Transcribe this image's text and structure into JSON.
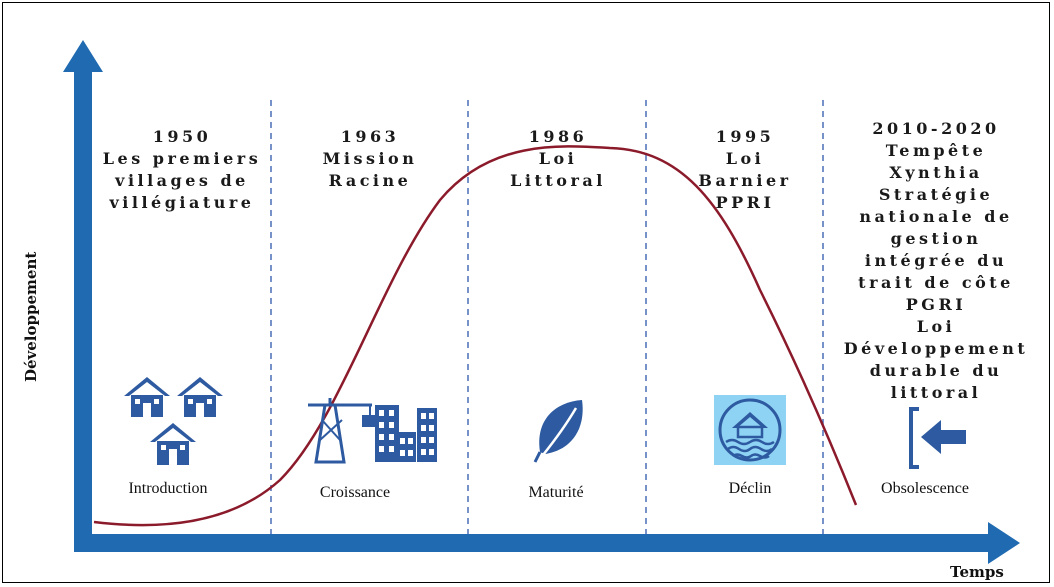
{
  "axes": {
    "x_label": "Temps",
    "y_label": "Développement"
  },
  "periods": [
    {
      "lines": [
        "1950",
        "Les premiers",
        "villages de",
        "villégiature"
      ]
    },
    {
      "lines": [
        "1963",
        "Mission",
        "Racine"
      ]
    },
    {
      "lines": [
        "1986",
        "Loi",
        "Littoral"
      ]
    },
    {
      "lines": [
        "1995",
        "Loi",
        "Barnier",
        "PPRI"
      ]
    },
    {
      "lines": [
        "2010-2020",
        "Tempête",
        "Xynthia",
        "Stratégie",
        "nationale de",
        "gestion",
        "intégrée du",
        "trait de côte",
        "PGRI",
        "Loi",
        "Développement",
        "durable du",
        "littoral"
      ]
    }
  ],
  "phases": [
    {
      "label": "Introduction",
      "icon": "houses-icon"
    },
    {
      "label": "Croissance",
      "icon": "city-crane-icon"
    },
    {
      "label": "Maturité",
      "icon": "leaf-icon"
    },
    {
      "label": "Déclin",
      "icon": "flooded-house-icon"
    },
    {
      "label": "Obsolescence",
      "icon": "exit-arrow-icon"
    }
  ],
  "colors": {
    "axis": "#1f6ab0",
    "curve": "#8b1a2b",
    "icon": "#2d5aa0",
    "divider": "#4a6fb5",
    "flood_bg": "#8fd3f4"
  }
}
